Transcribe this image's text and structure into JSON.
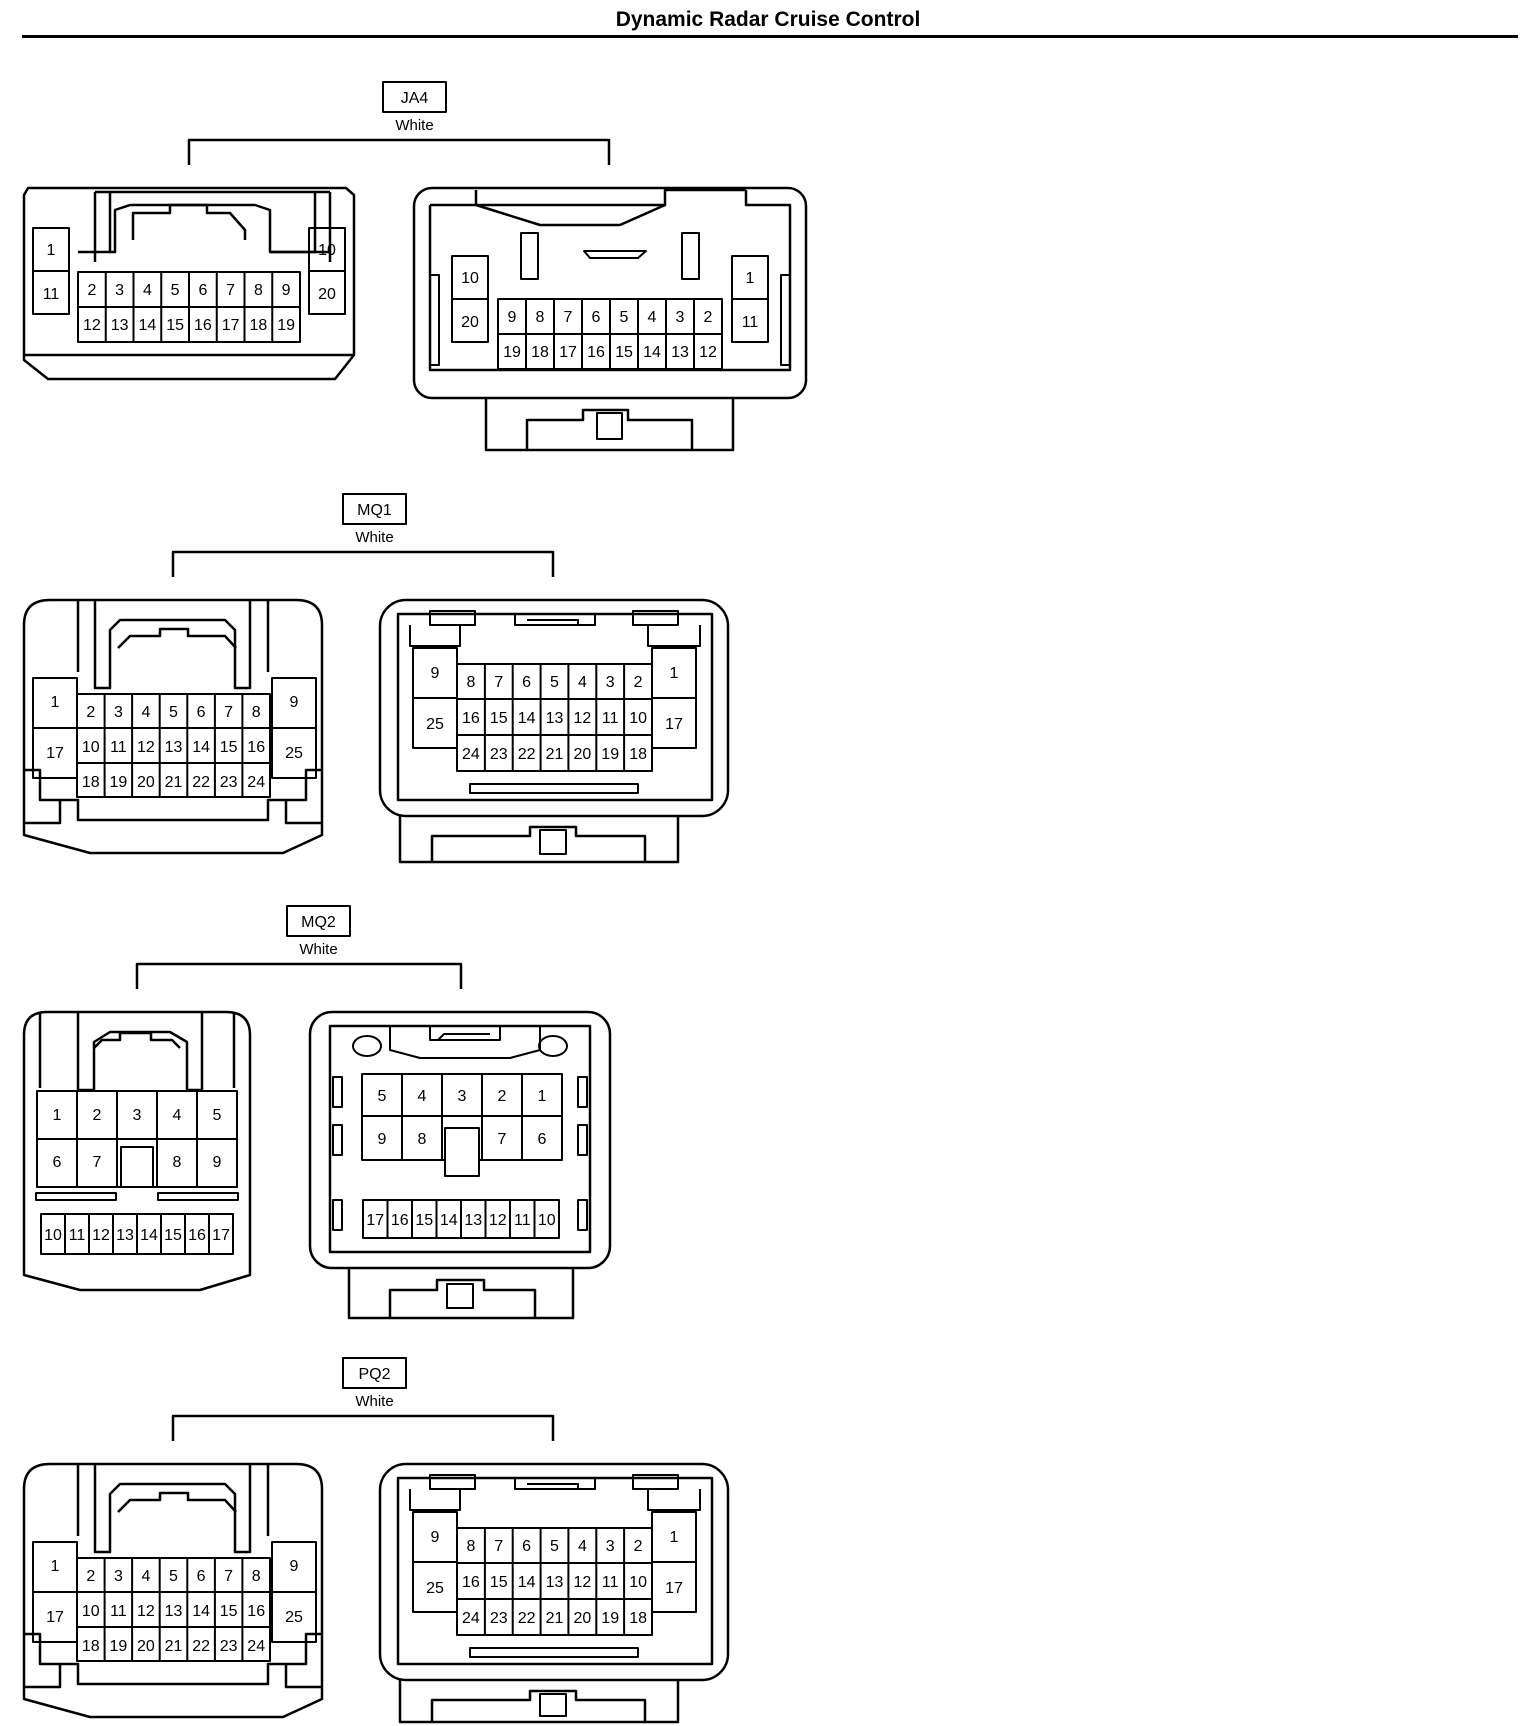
{
  "page_title": "Dynamic Radar Cruise Control",
  "connectors": [
    {
      "code": "JA4",
      "color": "White",
      "left_view": {
        "side_pins": [
          "1",
          "11",
          "10",
          "20"
        ],
        "row1": [
          "2",
          "3",
          "4",
          "5",
          "6",
          "7",
          "8",
          "9"
        ],
        "row2": [
          "12",
          "13",
          "14",
          "15",
          "16",
          "17",
          "18",
          "19"
        ]
      },
      "right_view": {
        "side_pins": [
          "10",
          "20",
          "1",
          "11"
        ],
        "row1": [
          "9",
          "8",
          "7",
          "6",
          "5",
          "4",
          "3",
          "2"
        ],
        "row2": [
          "19",
          "18",
          "17",
          "16",
          "15",
          "14",
          "13",
          "12"
        ]
      }
    },
    {
      "code": "MQ1",
      "color": "White",
      "left_view": {
        "side_pins": [
          "1",
          "17",
          "9",
          "25"
        ],
        "row1": [
          "2",
          "3",
          "4",
          "5",
          "6",
          "7",
          "8"
        ],
        "row2": [
          "10",
          "11",
          "12",
          "13",
          "14",
          "15",
          "16"
        ],
        "row3": [
          "18",
          "19",
          "20",
          "21",
          "22",
          "23",
          "24"
        ]
      },
      "right_view": {
        "side_pins": [
          "9",
          "25",
          "1",
          "17"
        ],
        "row1": [
          "8",
          "7",
          "6",
          "5",
          "4",
          "3",
          "2"
        ],
        "row2": [
          "16",
          "15",
          "14",
          "13",
          "12",
          "11",
          "10"
        ],
        "row3": [
          "24",
          "23",
          "22",
          "21",
          "20",
          "19",
          "18"
        ]
      }
    },
    {
      "code": "MQ2",
      "color": "White",
      "left_view": {
        "row1": [
          "1",
          "2",
          "3",
          "4",
          "5"
        ],
        "row2": [
          "6",
          "7",
          "8",
          "9"
        ],
        "row3": [
          "10",
          "11",
          "12",
          "13",
          "14",
          "15",
          "16",
          "17"
        ]
      },
      "right_view": {
        "row1": [
          "5",
          "4",
          "3",
          "2",
          "1"
        ],
        "row2": [
          "9",
          "8",
          "7",
          "6"
        ],
        "row3": [
          "17",
          "16",
          "15",
          "14",
          "13",
          "12",
          "11",
          "10"
        ]
      }
    },
    {
      "code": "PQ2",
      "color": "White",
      "left_view": {
        "side_pins": [
          "1",
          "17",
          "9",
          "25"
        ],
        "row1": [
          "2",
          "3",
          "4",
          "5",
          "6",
          "7",
          "8"
        ],
        "row2": [
          "10",
          "11",
          "12",
          "13",
          "14",
          "15",
          "16"
        ],
        "row3": [
          "18",
          "19",
          "20",
          "21",
          "22",
          "23",
          "24"
        ]
      },
      "right_view": {
        "side_pins": [
          "9",
          "25",
          "1",
          "17"
        ],
        "row1": [
          "8",
          "7",
          "6",
          "5",
          "4",
          "3",
          "2"
        ],
        "row2": [
          "16",
          "15",
          "14",
          "13",
          "12",
          "11",
          "10"
        ],
        "row3": [
          "24",
          "23",
          "22",
          "21",
          "20",
          "19",
          "18"
        ]
      }
    }
  ]
}
